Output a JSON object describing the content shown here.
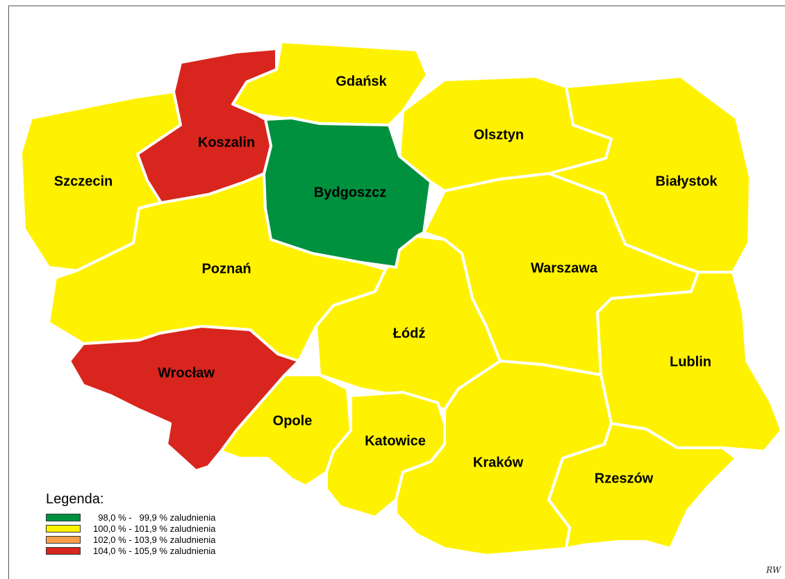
{
  "map": {
    "colors": {
      "green": "#00913f",
      "yellow": "#fff200",
      "orange": "#f7a04a",
      "red": "#d8251e"
    },
    "regions": [
      {
        "name": "Gdańsk",
        "category": "100,0 % - 101,9 % zaludnienia"
      },
      {
        "name": "Koszalin",
        "category": "104,0 % - 105,9 % zaludnienia"
      },
      {
        "name": "Szczecin",
        "category": "100,0 % - 101,9 % zaludnienia"
      },
      {
        "name": "Bydgoszcz",
        "category": "98,0 % -   99,9 % zaludnienia"
      },
      {
        "name": "Olsztyn",
        "category": "100,0 % - 101,9 % zaludnienia"
      },
      {
        "name": "Białystok",
        "category": "100,0 % - 101,9 % zaludnienia"
      },
      {
        "name": "Poznań",
        "category": "100,0 % - 101,9 % zaludnienia"
      },
      {
        "name": "Warszawa",
        "category": "100,0 % - 101,9 % zaludnienia"
      },
      {
        "name": "Łódź",
        "category": "100,0 % - 101,9 % zaludnienia"
      },
      {
        "name": "Lublin",
        "category": "100,0 % - 101,9 % zaludnienia"
      },
      {
        "name": "Wrocław",
        "category": "104,0 % - 105,9 % zaludnienia"
      },
      {
        "name": "Opole",
        "category": "100,0 % - 101,9 % zaludnienia"
      },
      {
        "name": "Katowice",
        "category": "100,0 % - 101,9 % zaludnienia"
      },
      {
        "name": "Kraków",
        "category": "100,0 % - 101,9 % zaludnienia"
      },
      {
        "name": "Rzeszów",
        "category": "100,0 % - 101,9 % zaludnienia"
      }
    ]
  },
  "legend": {
    "title": "Legenda:",
    "items": [
      {
        "label": "  98,0 % -   99,9 % zaludnienia",
        "color": "#00913f"
      },
      {
        "label": "100,0 % - 101,9 % zaludnienia",
        "color": "#fff200"
      },
      {
        "label": "102,0 % - 103,9 % zaludnienia",
        "color": "#f7a04a"
      },
      {
        "label": "104,0 % - 105,9 % zaludnienia",
        "color": "#d8251e"
      }
    ]
  },
  "signature": "RW"
}
